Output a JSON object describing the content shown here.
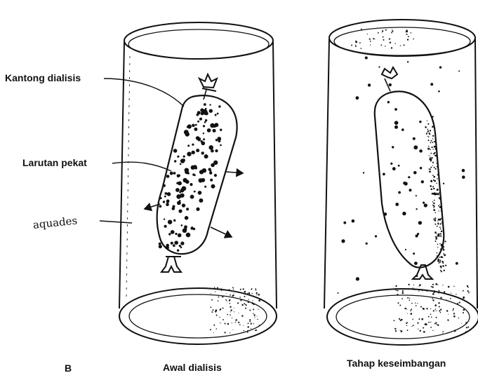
{
  "labels": {
    "bag": "Kantong dialisis",
    "solution": "Larutan pekat",
    "water": "aquades",
    "panel": "B",
    "caption_left": "Awal dialisis",
    "caption_right": "Tahap keseimbangan"
  },
  "colors": {
    "ink": "#111111",
    "background": "#ffffff"
  }
}
